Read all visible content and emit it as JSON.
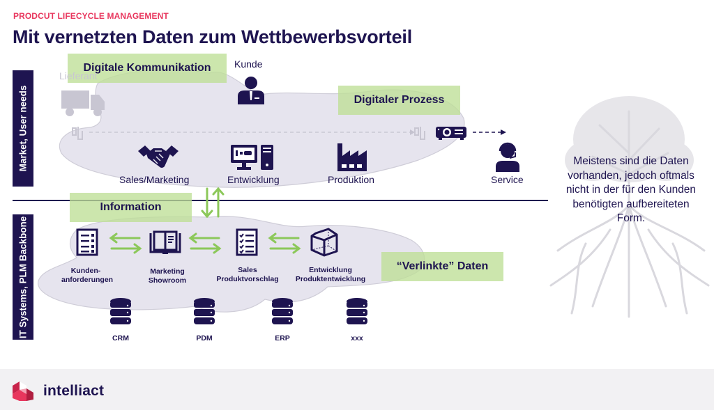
{
  "header": {
    "kicker": "PRODCUT LIFECYCLE MANAGEMENT",
    "title": "Mit vernetzten Daten zum Wettbewerbsvorteil"
  },
  "colors": {
    "navy": "#1e1450",
    "accent_red": "#e8365d",
    "green_label": "#bedf96",
    "green_arrow": "#8cc85a",
    "cloud_fill": "#e6e4ee",
    "ghost_gray": "#c8c6d2",
    "footer_bg": "#f2f1f3"
  },
  "diagram": {
    "sections": {
      "top": "Market, User needs",
      "bottom": "IT Systems, PLM Backbone"
    },
    "top_labels": {
      "digital_communication": "Digitale Kommunikation",
      "digital_process": "Digitaler Prozess"
    },
    "bottom_labels": {
      "information": "Information",
      "linked_data": "“Verlinkte” Daten"
    },
    "actors": {
      "supplier": "Lieferant",
      "customer": "Kunde"
    },
    "stages": [
      {
        "label": "Sales/Marketing",
        "icon": "handshake-icon"
      },
      {
        "label": "Entwicklung",
        "icon": "computer-icon"
      },
      {
        "label": "Produktion",
        "icon": "factory-icon"
      },
      {
        "label": "Service",
        "icon": "support-agent-icon"
      }
    ],
    "data_items": [
      {
        "label": "Kunden-\nanforderungen",
        "icon": "list-document-icon"
      },
      {
        "label": "Marketing\nShowroom",
        "icon": "open-book-icon"
      },
      {
        "label": "Sales\nProduktvorschlag",
        "icon": "checklist-icon"
      },
      {
        "label": "Entwicklung\nProduktentwicklung",
        "icon": "cube-icon"
      }
    ],
    "databases": [
      {
        "label": "CRM"
      },
      {
        "label": "PDM"
      },
      {
        "label": "ERP"
      },
      {
        "label": "xxx"
      }
    ]
  },
  "side_note": "Meistens sind die Daten vorhanden, jedoch oftmals nicht in der für den Kunden benötigten aufbereiteten Form.",
  "footer": {
    "brand": "intelliact"
  }
}
